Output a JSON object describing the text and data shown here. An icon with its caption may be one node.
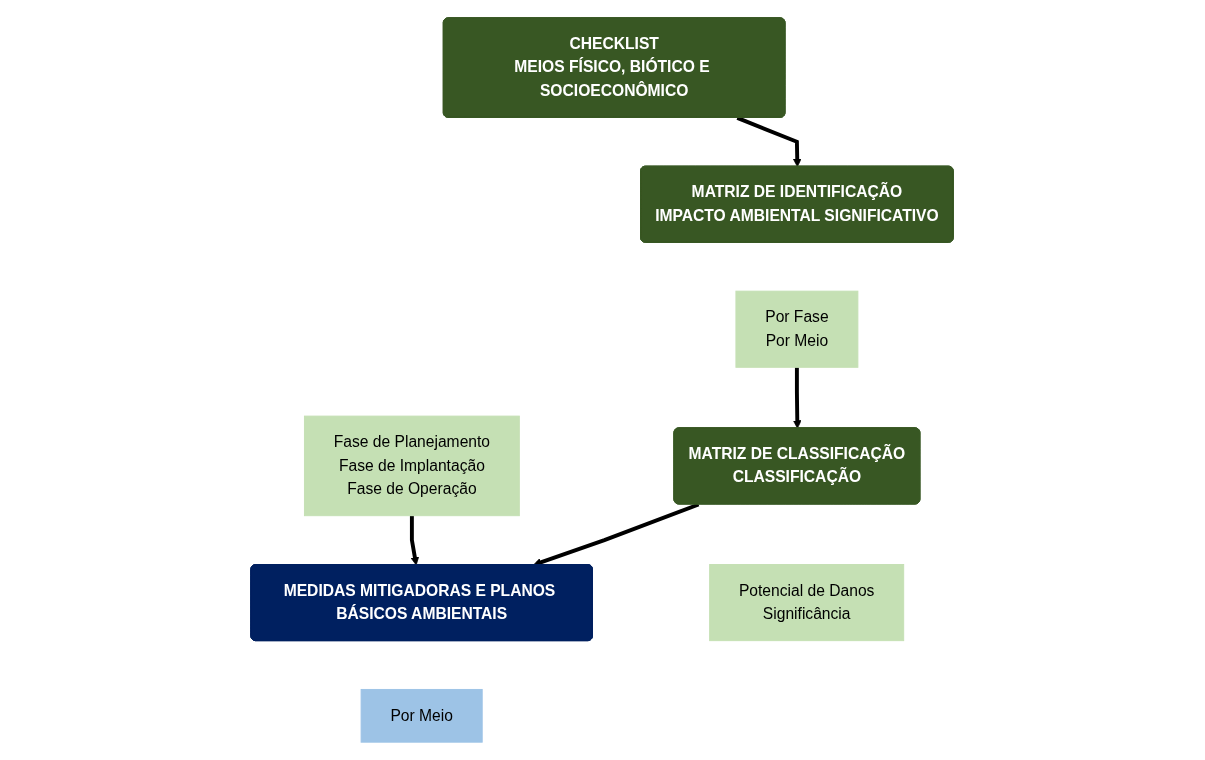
{
  "diagram": {
    "nodes": [
      {
        "text": [
          "CHECKLIST",
          "MEIOS FÍSICO, BIÓTICO E SOCIOECONÔMICO"
        ]
      },
      {
        "text": [
          "Fase de Planejamento",
          "Fase de Implantação",
          "Fase de Operação"
        ]
      },
      {
        "text": [
          "MATRIZ DE IDENTIFICAÇÃO",
          "IMPACTO AMBIENTAL SIGNIFICATIVO"
        ]
      },
      {
        "text": [
          "Por Fase",
          "Por Meio"
        ]
      },
      {
        "text": [
          "MEDIDAS MITIGADORAS E PLANOS BÁSICOS AMBIENTAIS"
        ]
      },
      {
        "text": [
          "Por Meio"
        ]
      },
      {
        "text": [
          "MATRIZ DE CLASSIFICAÇÃO",
          "CLASSIFICAÇÃO"
        ]
      },
      {
        "text": [
          "Potencial de Danos",
          "Significância"
        ]
      }
    ],
    "edges": [
      {
        "from": 0,
        "to": 2,
        "arrow": "to"
      },
      {
        "from": 1,
        "to": 4,
        "arrow": "to"
      },
      {
        "from": 3,
        "to": 6,
        "arrow": "to"
      },
      {
        "from": 6,
        "to": 4,
        "arrow": "to"
      }
    ]
  }
}
